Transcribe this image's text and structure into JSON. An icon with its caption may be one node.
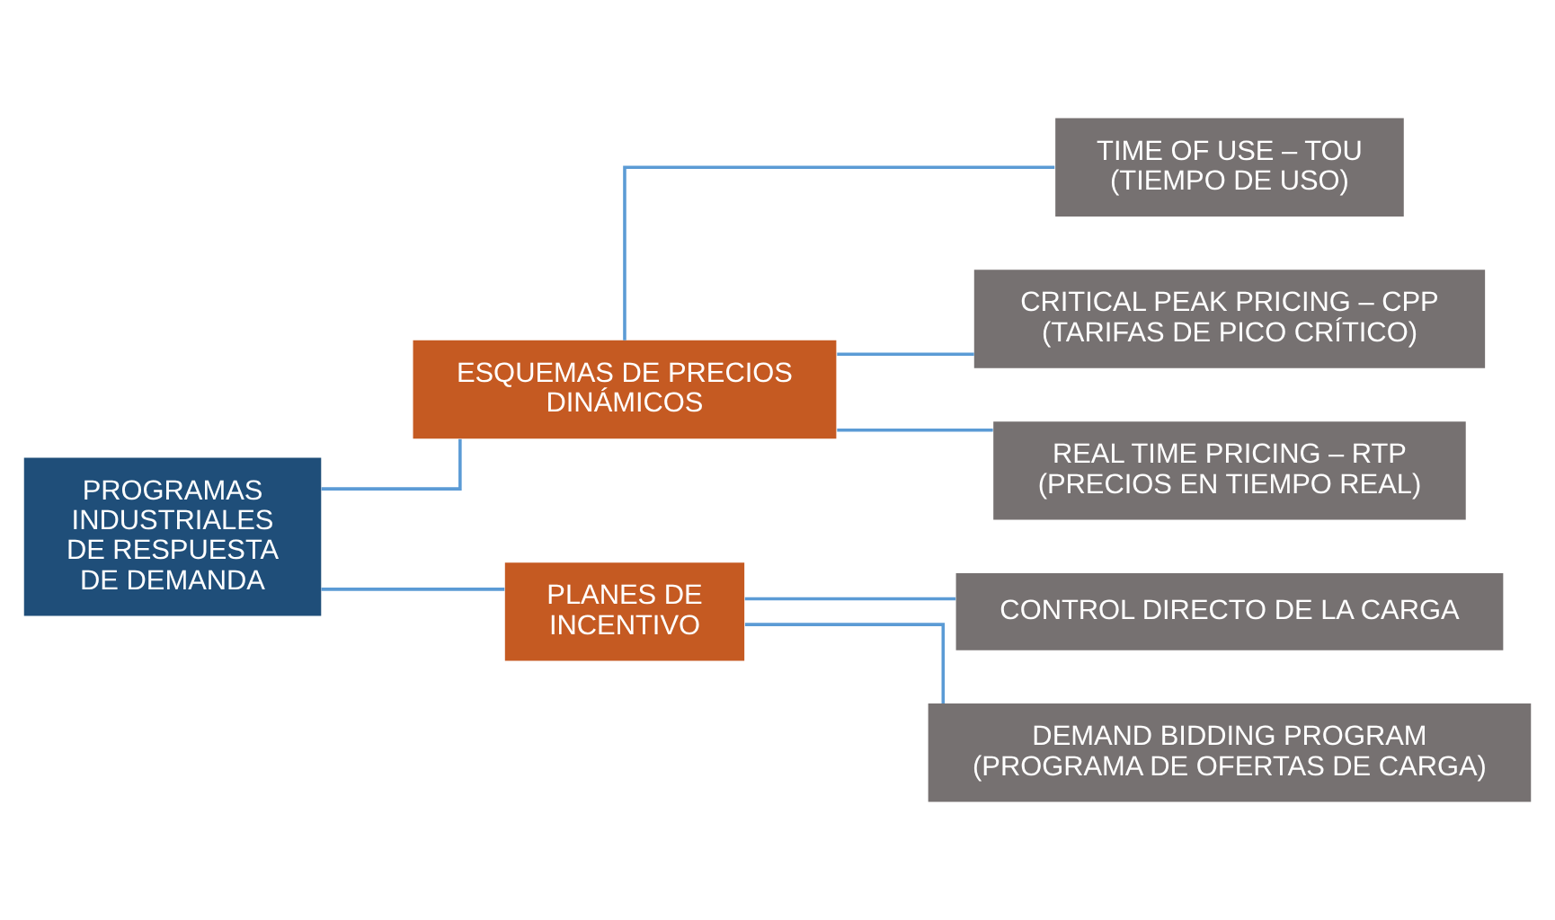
{
  "diagram": {
    "nodes": [
      {
        "text": [
          "PROGRAMAS INDUSTRIALES DE RESPUESTA DE DEMANDA"
        ]
      },
      {
        "text": [
          "ESQUEMAS DE PRECIOS DINÁMICOS"
        ]
      },
      {
        "text": [
          "PLANES DE INCENTIVO"
        ]
      },
      {
        "text": [
          "TIME OF USE – TOU",
          "(TIEMPO DE USO)"
        ]
      },
      {
        "text": [
          "CRITICAL PEAK PRICING – CPP",
          "(TARIFAS DE PICO CRÍTICO)"
        ]
      },
      {
        "text": [
          "REAL TIME PRICING – RTP",
          "(PRECIOS EN TIEMPO REAL)"
        ]
      },
      {
        "text": [
          "CONTROL DIRECTO DE LA CARGA"
        ]
      },
      {
        "text": [
          "DEMAND BIDDING PROGRAM",
          "(PROGRAMA DE OFERTAS DE CARGA)"
        ]
      }
    ],
    "edges": [
      {
        "from": 0,
        "to": 1,
        "arrow": "none"
      },
      {
        "from": 0,
        "to": 2,
        "arrow": "none"
      },
      {
        "from": 1,
        "to": 3,
        "arrow": "none"
      },
      {
        "from": 1,
        "to": 4,
        "arrow": "none"
      },
      {
        "from": 1,
        "to": 5,
        "arrow": "none"
      },
      {
        "from": 2,
        "to": 6,
        "arrow": "none"
      },
      {
        "from": 2,
        "to": 7,
        "arrow": "none"
      }
    ]
  }
}
